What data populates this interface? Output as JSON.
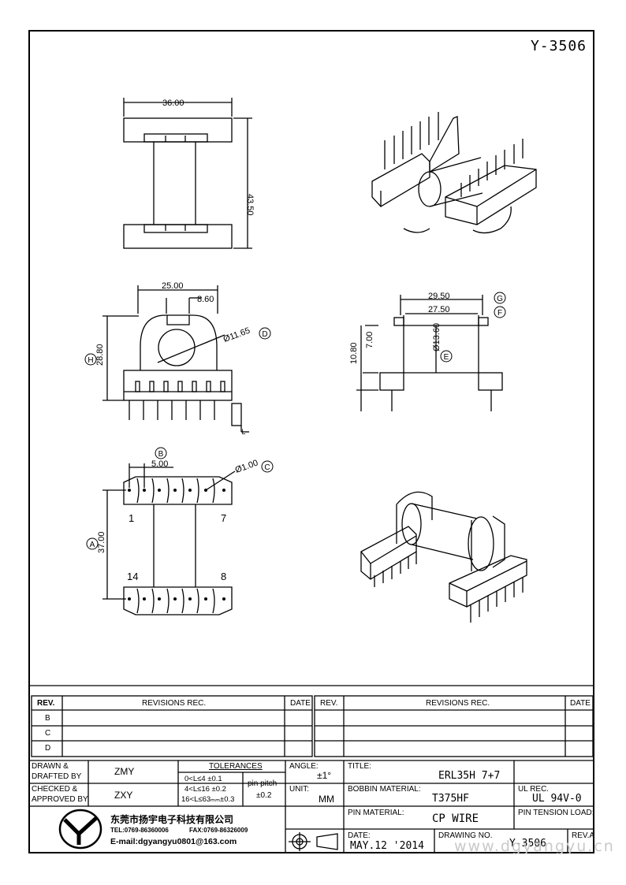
{
  "drawing_number_top": "Y-3506",
  "dims": {
    "top_width": "36.00",
    "top_height": "43.50",
    "front_width": "25.00",
    "front_slot": "8.60",
    "front_dia": "Ø11.65",
    "front_height": "28.80",
    "side_outer": "29.50",
    "side_inner": "27.50",
    "side_h1": "10.80",
    "side_h2": "7.00",
    "side_dia": "Ø13.60",
    "pin_pitch": "5.00",
    "pin_dia": "Ø1.00",
    "pin_span": "37.00"
  },
  "callouts": {
    "A": "A",
    "B": "B",
    "C": "C",
    "D": "D",
    "E": "E",
    "F": "F",
    "G": "G",
    "H": "H",
    "L": "L"
  },
  "pin_labels": {
    "p1": "1",
    "p7": "7",
    "p14": "14",
    "p8": "8"
  },
  "revisions": {
    "header": {
      "rev": "REV.",
      "rec": "REVISIONS   REC.",
      "date": "DATE"
    },
    "rows": [
      "B",
      "C",
      "D"
    ]
  },
  "title_block": {
    "drawn_label": "DRAWN &",
    "drafted_label": "DRAFTED BY",
    "drawn_value": "ZMY",
    "checked_label": "CHECKED &",
    "approved_label": "APPROVED BY",
    "checked_value": "ZXY",
    "tolerances_label": "TOLERANCES",
    "tol_1": "0<L≤4   ±0.1",
    "tol_2": "4<L≤16  ±0.2",
    "tol_3": "16<L≤63ₘₘ±0.3",
    "pin_pitch_label": "pin pitch",
    "pin_pitch_tol": "±0.2",
    "angle_label": "ANGLE:",
    "angle_value": "±1°",
    "unit_label": "UNIT:",
    "unit_value": "MM",
    "title_label": "TITLE:",
    "title_value": "ERL35H 7+7",
    "bobbin_label": "BOBBIN MATERIAL:",
    "bobbin_value": "T375HF",
    "ul_label": "UL REC.",
    "ul_value": "UL 94V-0",
    "pin_material_label": "PIN MATERIAL:",
    "pin_material_value": "CP WIRE",
    "pin_tension_label": "PIN TENSION LOAD:",
    "date_label": "DATE:",
    "date_value": "MAY.12 '2014",
    "drawing_no_label": "DRAWING NO.",
    "drawing_no_value": "Y-3506",
    "rev_label": "REV.A",
    "company_name": "东莞市扬宇电子科技有限公司",
    "tel": "TEL:0769-86360006",
    "fax": "FAX:0769-86326009",
    "email": "E-mail:dgyangyu0801@163.com"
  },
  "watermark": "www.dgyangyu.cn"
}
